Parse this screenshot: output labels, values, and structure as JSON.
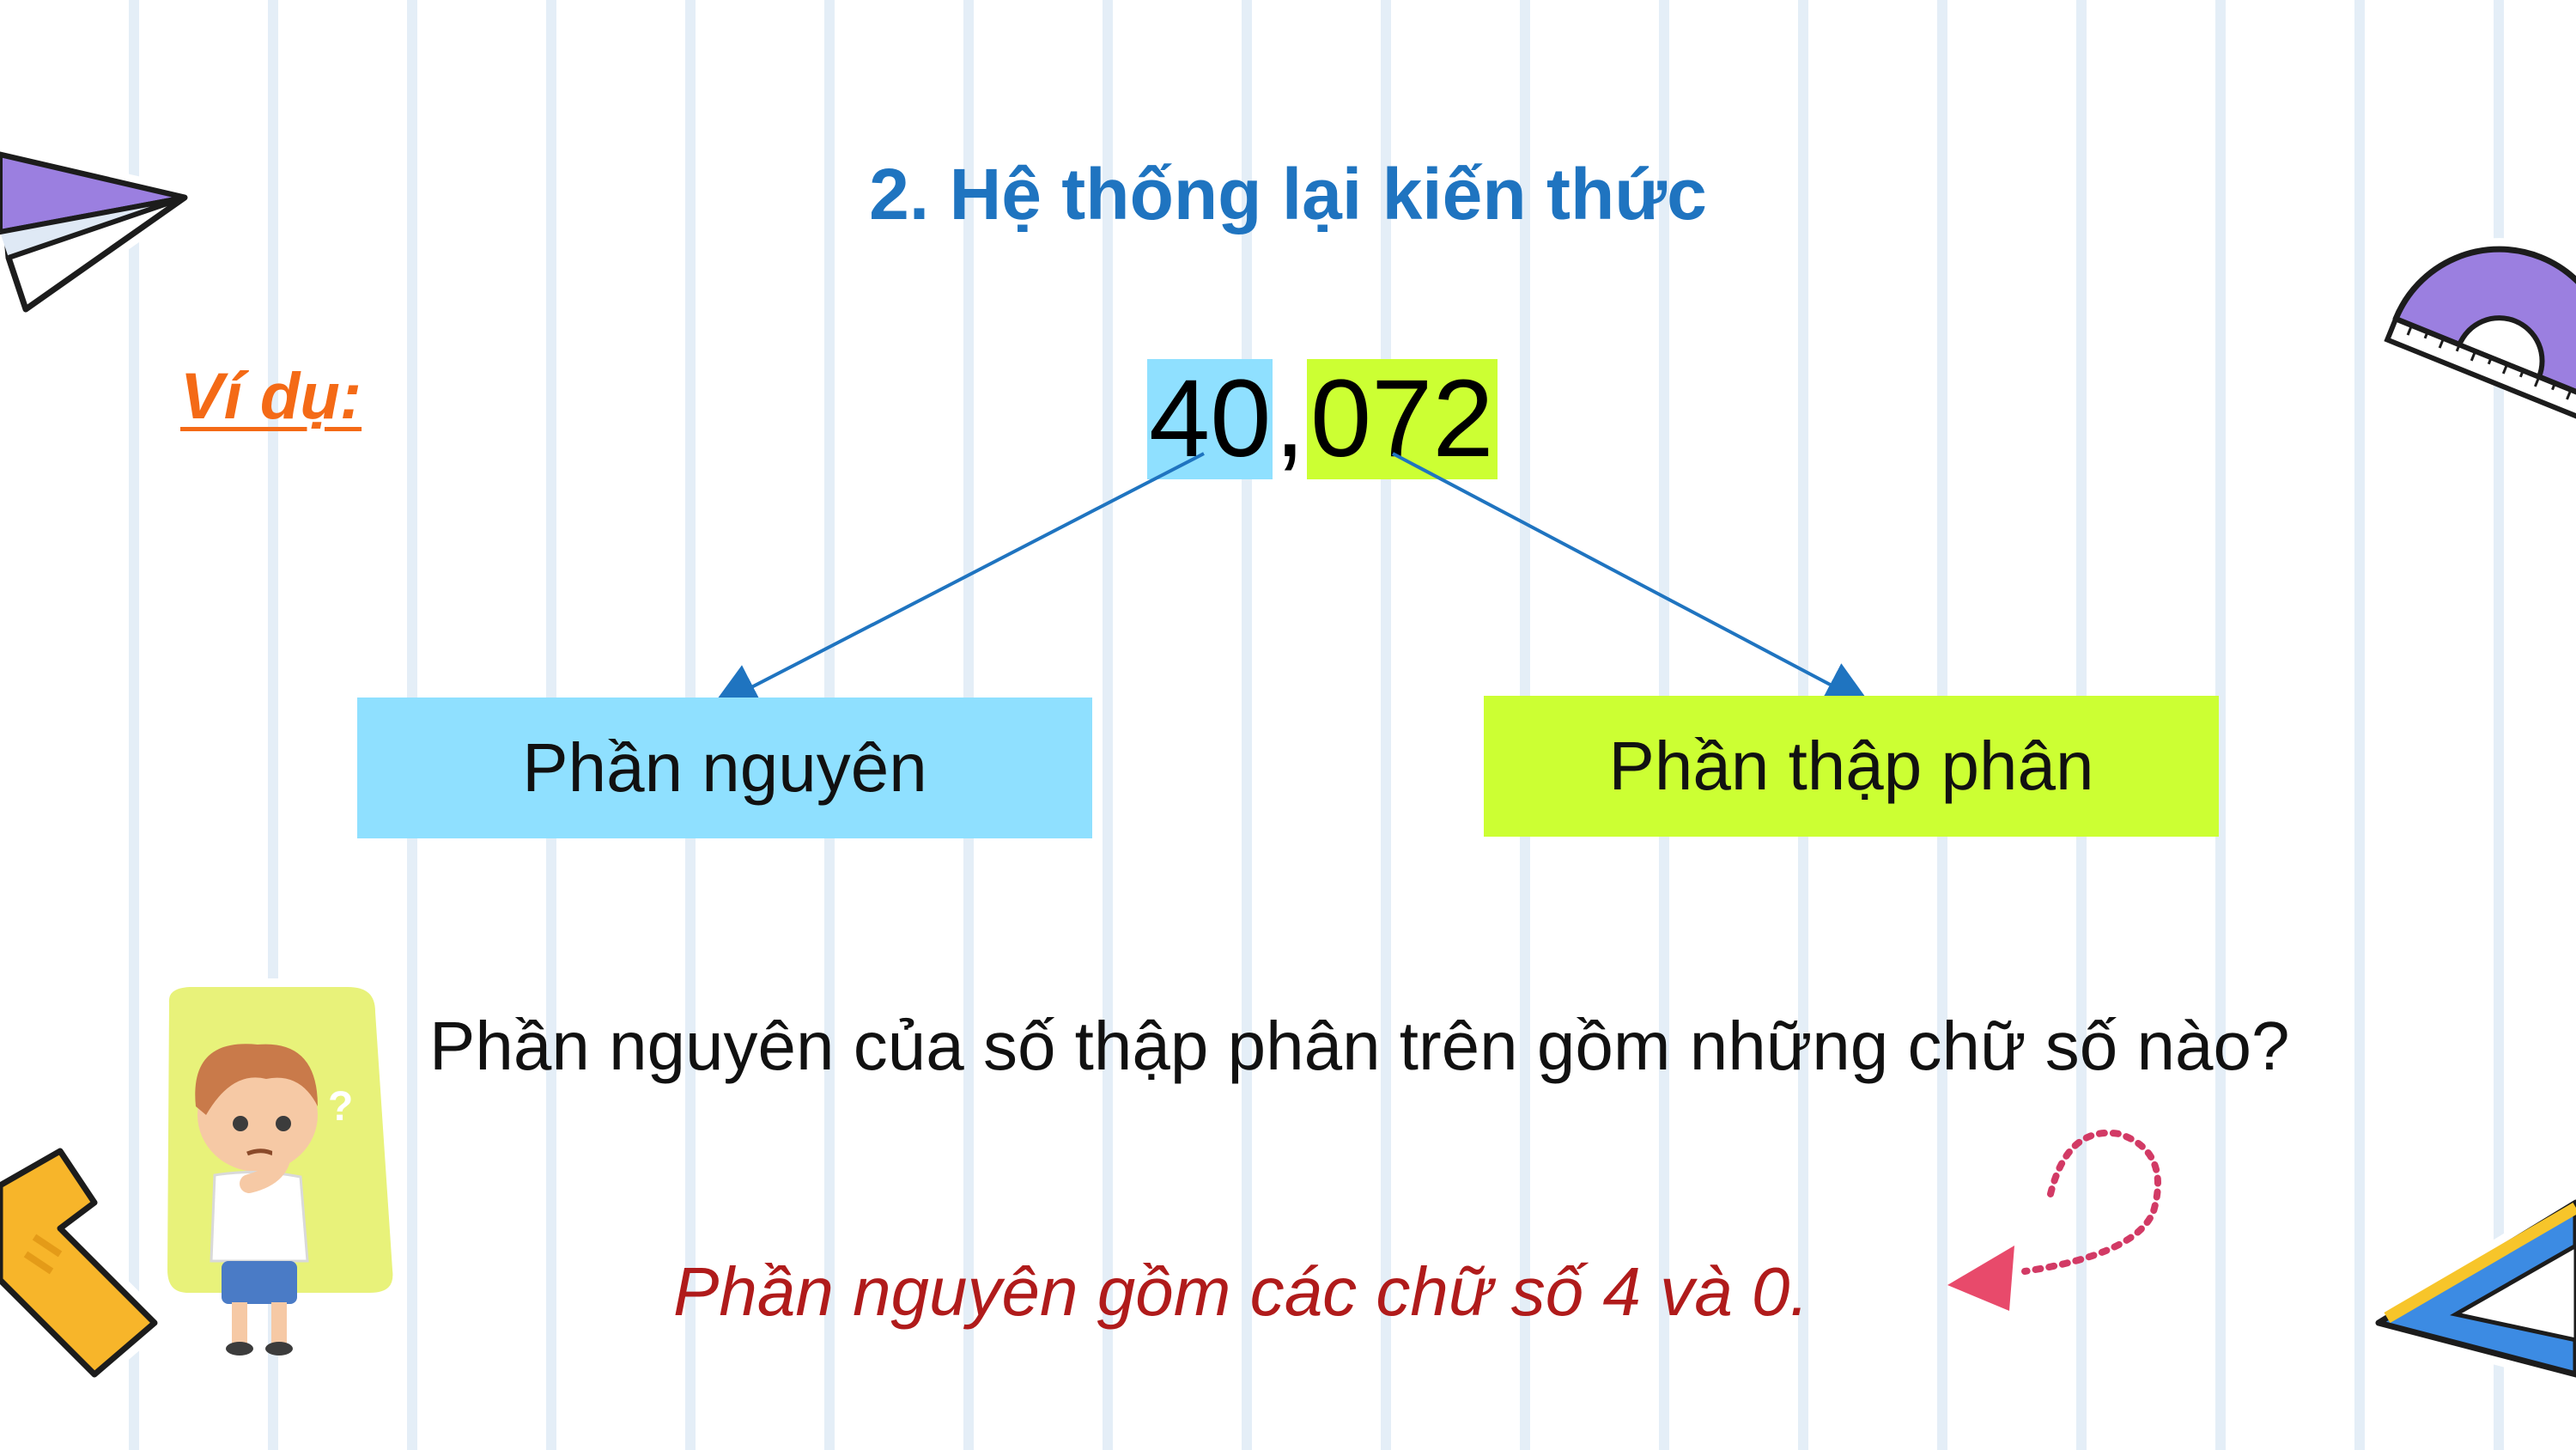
{
  "slide": {
    "title": "2. Hệ thống lại kiến thức",
    "example_label": "Ví dụ:",
    "number": {
      "integer_part": "40",
      "separator": ",",
      "decimal_part": "072"
    },
    "boxes": {
      "integer_label": "Phần nguyên",
      "decimal_label": "Phần thập phân"
    },
    "question": "Phần nguyên của số thập phân trên gồm những chữ số nào?",
    "answer": "Phần nguyên gồm các chữ số 4  và 0.",
    "thinking_mark": "?"
  },
  "colors": {
    "title": "#1f74c0",
    "example_label": "#f46a16",
    "integer_highlight": "#8fe0ff",
    "decimal_highlight": "#ccff33",
    "answer": "#b01b1b",
    "arrow": "#1f74c0",
    "accent_arrow": "#e84a6b"
  },
  "icons": [
    "paper-plane-icon",
    "protractor-icon",
    "thinking-boy-icon",
    "ruler-icon",
    "set-square-icon",
    "dotted-arrow-icon"
  ]
}
